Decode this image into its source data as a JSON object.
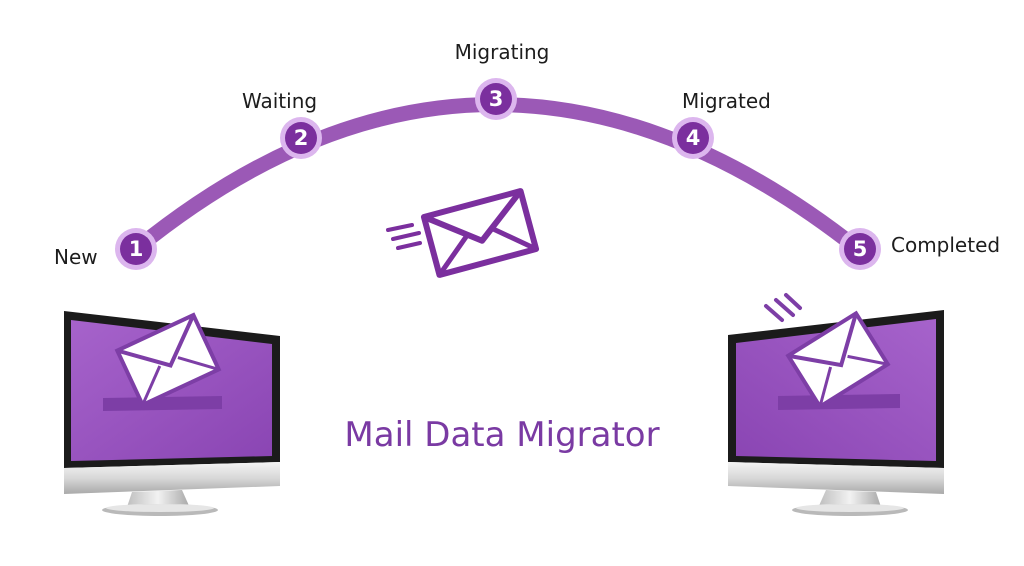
{
  "diagram": {
    "title": "Mail Data Migrator",
    "colors": {
      "primary": "#9b59b6",
      "primary_dark": "#7b2f9e",
      "ring": "#dcb6ee",
      "screen": "#9c55c2",
      "screen_dark": "#7d3ea6",
      "title": "#7a3aa3"
    },
    "steps": [
      {
        "number": "1",
        "label": "New"
      },
      {
        "number": "2",
        "label": "Waiting"
      },
      {
        "number": "3",
        "label": "Migrating"
      },
      {
        "number": "4",
        "label": "Migrated"
      },
      {
        "number": "5",
        "label": "Completed"
      }
    ],
    "icons": {
      "source_computer": "monitor-icon",
      "target_computer": "monitor-icon",
      "mail": "envelope-icon"
    }
  }
}
